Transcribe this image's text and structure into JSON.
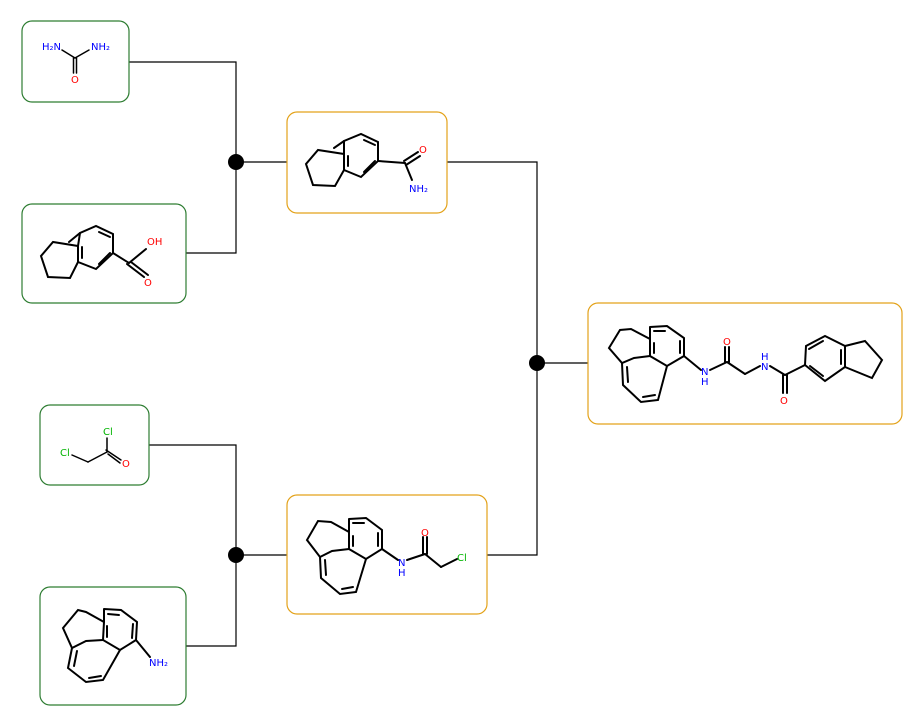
{
  "colors": {
    "reactant_border": "#2e7d32",
    "product_border": "#e3a21a",
    "connector": "#000000",
    "nitrogen": "#0000ff",
    "oxygen": "#ff0000",
    "chlorine": "#00b400"
  },
  "molecules": {
    "urea": {
      "atoms": {
        "n1": "H₂N",
        "n2": "NH₂",
        "o": "O"
      }
    },
    "indane_acid": {
      "atoms": {
        "oh": "OH",
        "o": "O"
      }
    },
    "indane_amide": {
      "atoms": {
        "o": "O",
        "nh2": "NH₂"
      }
    },
    "chloroacetyl_chloride": {
      "atoms": {
        "cl1": "Cl",
        "cl2": "Cl",
        "o": "O"
      }
    },
    "aminoacenaphthene": {
      "atoms": {
        "nh2": "NH₂"
      }
    },
    "chloroacetamide": {
      "atoms": {
        "nh": "N",
        "h": "H",
        "o": "O",
        "cl": "Cl"
      }
    },
    "final_product": {
      "atoms": {
        "nh1": "N",
        "h1": "H",
        "o1": "O",
        "nh2": "N",
        "h2": "H",
        "o2": "O"
      }
    }
  }
}
